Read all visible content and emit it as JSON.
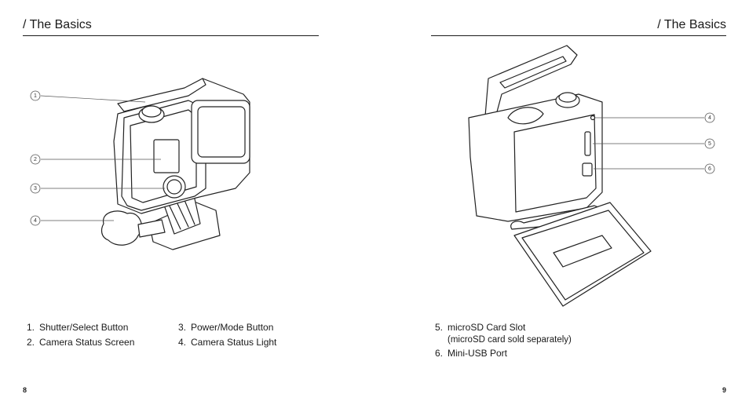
{
  "left_page": {
    "header": {
      "title": "/ The Basics"
    },
    "callouts": [
      "1",
      "2",
      "3",
      "4"
    ],
    "legend_col1": [
      {
        "num": "1.",
        "label": "Shutter/Select Button"
      },
      {
        "num": "2.",
        "label": "Camera Status Screen"
      }
    ],
    "legend_col2": [
      {
        "num": "3.",
        "label": "Power/Mode Button"
      },
      {
        "num": "4.",
        "label": "Camera Status Light"
      }
    ],
    "page_number": "8"
  },
  "right_page": {
    "header": {
      "title": "/ The Basics"
    },
    "callouts": [
      "4",
      "5",
      "6"
    ],
    "legend": [
      {
        "num": "5.",
        "label": "microSD Card Slot",
        "note": "(microSD card sold separately)"
      },
      {
        "num": "6.",
        "label": "Mini-USB Port",
        "note": ""
      }
    ],
    "page_number": "9"
  }
}
